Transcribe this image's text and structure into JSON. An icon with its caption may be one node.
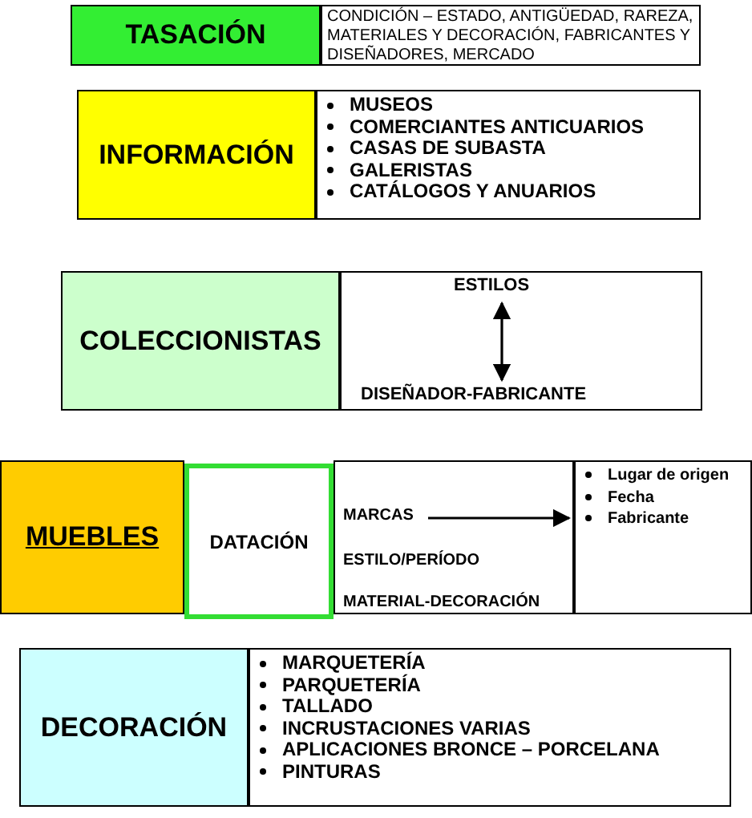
{
  "diagram": {
    "nodes": [
      {
        "text": [
          "TASACIÓN"
        ]
      },
      {
        "text": [
          "CONDICIÓN – ESTADO, ANTIGÜEDAD, RAREZA, MATERIALES Y DECORACIÓN, FABRICANTES Y DISEÑADORES, MERCADO"
        ]
      },
      {
        "text": [
          "INFORMACIÓN"
        ]
      },
      {
        "text": [
          "MUSEOS",
          "COMERCIANTES ANTICUARIOS",
          "CASAS DE SUBASTA",
          "GALERISTAS",
          "CATÁLOGOS Y ANUARIOS"
        ]
      },
      {
        "text": [
          "COLECCIONISTAS"
        ]
      },
      {
        "text": [],
        "shape": "box"
      },
      {
        "text": [
          "ESTILOS"
        ],
        "in": 5
      },
      {
        "text": [
          "DISEÑADOR-FABRICANTE"
        ],
        "in": 5
      },
      {
        "text": [
          "MUEBLES"
        ]
      },
      {
        "text": [
          "DATACIÓN"
        ]
      },
      {
        "text": [],
        "shape": "box"
      },
      {
        "text": [
          "MARCAS"
        ],
        "in": 10
      },
      {
        "text": [
          "ESTILO/PERÍODO"
        ],
        "in": 10
      },
      {
        "text": [
          "MATERIAL-DECORACIÓN"
        ],
        "in": 10
      },
      {
        "text": [
          "Lugar de origen",
          "Fecha",
          "Fabricante"
        ]
      },
      {
        "text": [
          "DECORACIÓN"
        ]
      },
      {
        "text": [
          "MARQUETERÍA",
          "PARQUETERÍA",
          "TALLADO",
          "INCRUSTACIONES VARIAS",
          "APLICACIONES BRONCE – PORCELANA",
          "PINTURAS"
        ]
      }
    ],
    "edges": [
      {
        "from": 6,
        "to": 7,
        "arrow": "both"
      },
      {
        "from": 11,
        "to": 14,
        "arrow": "to"
      }
    ]
  }
}
